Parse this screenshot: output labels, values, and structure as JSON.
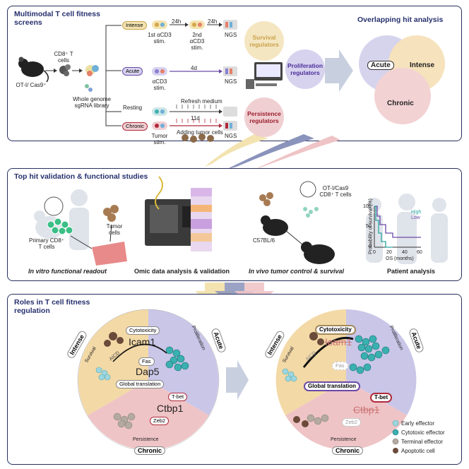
{
  "panel1": {
    "title": "Multimodal T cell fitness screens",
    "mouse_label": "OT-I/ Cas9⁺",
    "cd8_label": "CD8⁺ T cells",
    "library_label": "Whole genome sgRNA library",
    "intense": {
      "tag": "Intense",
      "t1": "24h",
      "t2": "24h",
      "stim1": "1st αCD3 stim.",
      "stim2": "2nd αCD3 stim.",
      "ngs": "NGS"
    },
    "acute": {
      "tag": "Acute",
      "time": "4d",
      "stim": "αCD3 stim.",
      "ngs": "NGS"
    },
    "resting": {
      "tag": "Resting",
      "note": "Refresh medium"
    },
    "chronic": {
      "tag": "Chronic",
      "time": "11d",
      "note": "Adding tumor cells",
      "stim": "Tumor stim.",
      "ngs": "NGS"
    },
    "regulators": [
      "Survival regulators",
      "Proliferation regulators",
      "Persistence regulators"
    ],
    "overlap_title": "Overlapping hit analysis",
    "venn": [
      "Acute",
      "Intense",
      "Chronic"
    ]
  },
  "panel2": {
    "title": "Top hit validation & functional studies",
    "primary_label": "Primary CD8⁺ T cells",
    "tumor_label": "Tumor cells",
    "otI_label": "OT-I/Cas9 CD8⁺ T cells",
    "mouse_label": "C57BL/6",
    "km": {
      "ylabel": "Probability of survival (%)",
      "xlabel": "OS (months)",
      "legend_high": "High",
      "legend_low": "Low",
      "yticks": [
        "0",
        "50",
        "100"
      ],
      "xticks": [
        "0",
        "20",
        "40",
        "60"
      ]
    },
    "captions": [
      "In vitro functional readout",
      "Omic data analysis & validation",
      "In vivo tumor control & survival",
      "Patient analysis"
    ]
  },
  "panel3": {
    "title": "Roles in T cell fitness regulation",
    "left": {
      "sectors": [
        "Intense",
        "Acute",
        "Chronic"
      ],
      "sub": [
        "Survival",
        "Proliferation",
        "Persistence"
      ],
      "genes": [
        "Icam1",
        "Dap5",
        "Ctbp1"
      ],
      "pills": [
        "Cytotoxicity",
        "Fas",
        "Global translation",
        "T-bet",
        "Zeb2"
      ],
      "aicd": "AICD"
    },
    "right": {
      "sectors": [
        "Intense",
        "Acute",
        "Chronic"
      ],
      "sub": [
        "Survival",
        "Proliferation",
        "Persistence"
      ],
      "genes": [
        "Icam1",
        "Ctbp1"
      ],
      "pills": [
        "Cytotoxicity",
        "Fas",
        "Global translation",
        "T-bet",
        "Zeb2"
      ],
      "aicd": "AICD"
    },
    "legend": [
      "Early effector",
      "Cytotoxic effector",
      "Terminal effector",
      "Apoptotic cell"
    ]
  },
  "colors": {
    "intense": "#f3d9a6",
    "acute": "#c9c6e8",
    "chronic": "#efc4c6",
    "navy": "#26306e",
    "purple": "#6a4aa8",
    "red": "#b02a3a",
    "gold": "#c9a24a",
    "teal": "#3ab0b0"
  }
}
